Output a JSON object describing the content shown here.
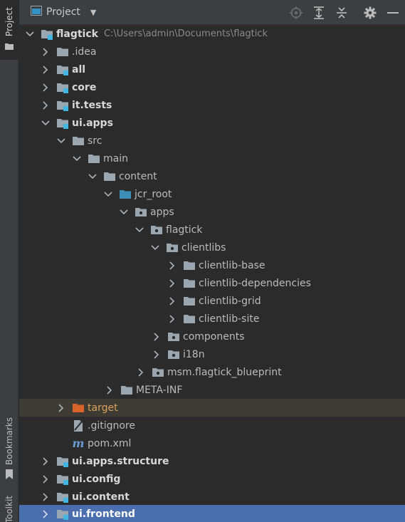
{
  "sidebar": {
    "project_tab": "Project",
    "bookmarks_tab": "Bookmarks",
    "toolkit_tab": "Toolkit"
  },
  "header": {
    "title": "Project",
    "actions": [
      "locate-icon",
      "expand-all-icon",
      "collapse-all-icon",
      "settings-icon",
      "hide-icon"
    ]
  },
  "tree": {
    "rows": [
      {
        "label": "flagtick",
        "path": "C:\\Users\\admin\\Documents\\flagtick"
      },
      {
        "label": ".idea"
      },
      {
        "label": "all"
      },
      {
        "label": "core"
      },
      {
        "label": "it.tests"
      },
      {
        "label": "ui.apps"
      },
      {
        "label": "src"
      },
      {
        "label": "main"
      },
      {
        "label": "content"
      },
      {
        "label": "jcr_root"
      },
      {
        "label": "apps"
      },
      {
        "label": "flagtick"
      },
      {
        "label": "clientlibs"
      },
      {
        "label": "clientlib-base"
      },
      {
        "label": "clientlib-dependencies"
      },
      {
        "label": "clientlib-grid"
      },
      {
        "label": "clientlib-site"
      },
      {
        "label": "components"
      },
      {
        "label": "i18n"
      },
      {
        "label": "msm.flagtick_blueprint"
      },
      {
        "label": "META-INF"
      },
      {
        "label": "target"
      },
      {
        "label": ".gitignore"
      },
      {
        "label": "pom.xml"
      },
      {
        "label": "ui.apps.structure"
      },
      {
        "label": "ui.config"
      },
      {
        "label": "ui.content"
      },
      {
        "label": "ui.frontend"
      }
    ]
  },
  "colors": {
    "background": "#2b2b2b",
    "panel": "#3c3f41",
    "folder": "#9aa7b0",
    "module_badge": "#40b6e0",
    "source_root": "#3d8fb6",
    "excluded_folder": "#d9632b",
    "excluded_row": "#3d3b33",
    "selection": "#4b6eaf"
  }
}
